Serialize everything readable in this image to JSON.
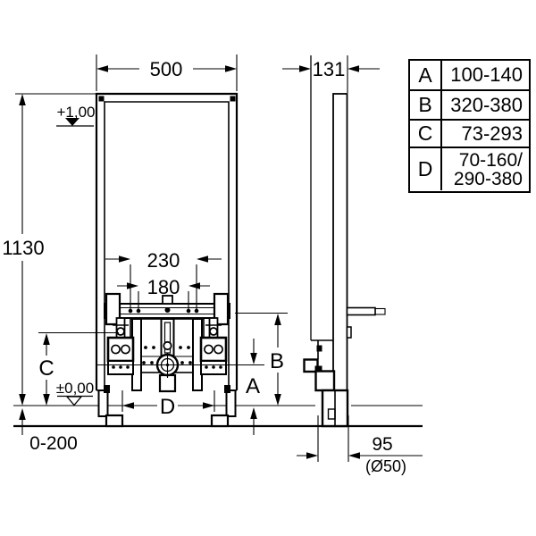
{
  "drawing_labels": {
    "front_width": "500",
    "frame_height": "1130",
    "level_top": "+1,00",
    "level_zero": "±0,00",
    "spacing_outer": "230",
    "spacing_inner": "180",
    "dim_a": "A",
    "dim_b": "B",
    "dim_c": "C",
    "dim_d": "D",
    "floor_buildup": "0-200",
    "side_depth": "131",
    "outlet_offset": "95",
    "outlet_diameter": "(Ø50)"
  },
  "dimension_table": {
    "rows": [
      {
        "key": "A",
        "value": "100-140"
      },
      {
        "key": "B",
        "value": "320-380"
      },
      {
        "key": "C",
        "value": "73-293"
      },
      {
        "key": "D",
        "value": "70-160/",
        "value2": "290-380"
      }
    ]
  }
}
